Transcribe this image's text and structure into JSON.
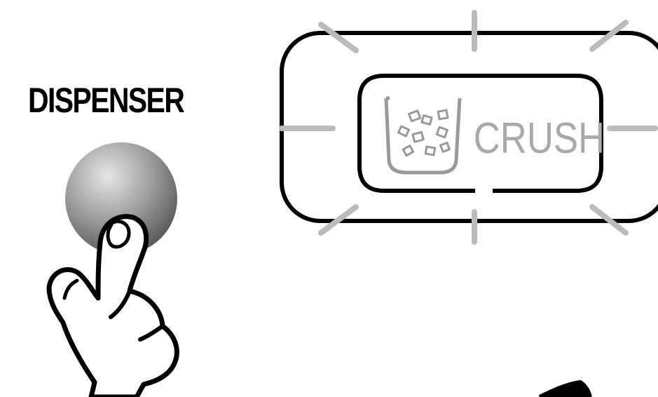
{
  "labels": {
    "dispenser": "DISPENSER",
    "mode": "CRUSH"
  },
  "icons": {
    "button": "round-dispenser-button",
    "pointer": "pressing-finger-hand-icon",
    "ice": "crushed-ice-cup-icon"
  },
  "colors": {
    "outline": "#000000",
    "rays": "#bbbbbb",
    "crush_text": "#a9a9a9",
    "button_light": "#e6e6e6",
    "button_dark": "#555555"
  }
}
